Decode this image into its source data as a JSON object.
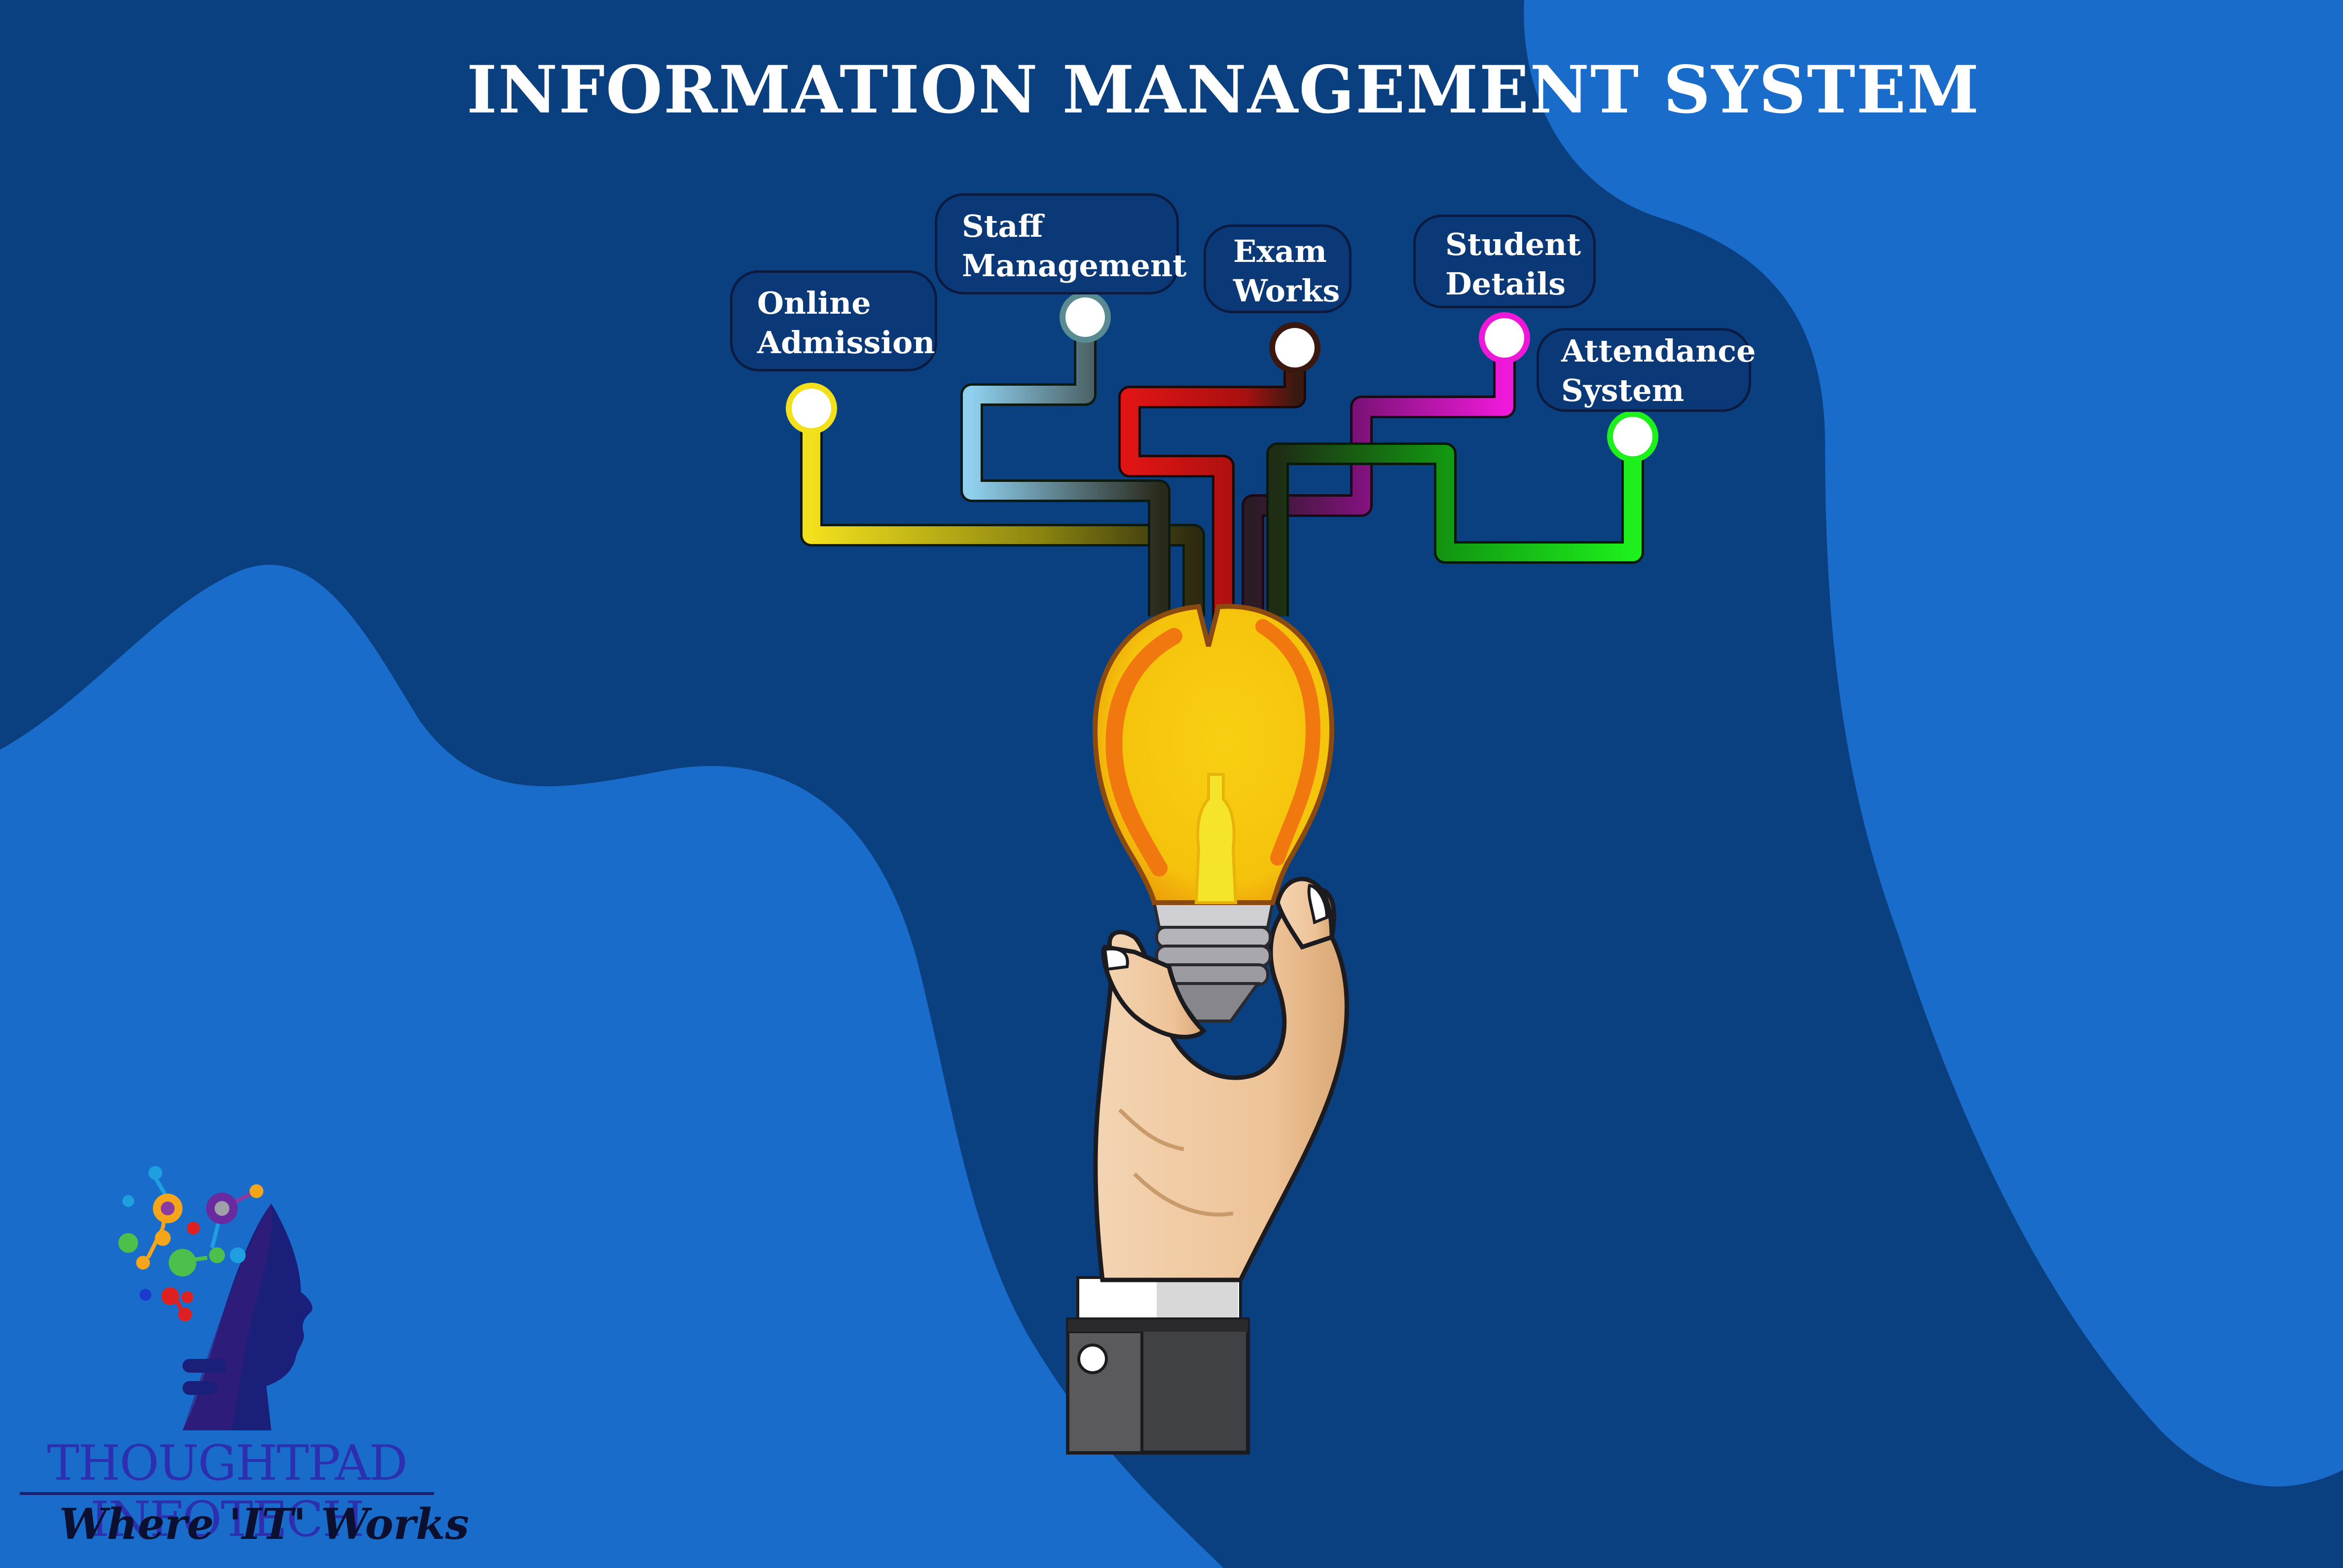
{
  "title": "INFORMATION MANAGEMENT SYSTEM",
  "nodes": [
    {
      "line1": "Online",
      "line2": "Admission",
      "color": "#f2e01d"
    },
    {
      "line1": "Staff",
      "line2": "Management",
      "color": "#8fd0ee"
    },
    {
      "line1": "Exam",
      "line2": "Works",
      "color": "#e01414"
    },
    {
      "line1": "Student",
      "line2": "Details",
      "color": "#ee19d8"
    },
    {
      "line1": "Attendance",
      "line2": "System",
      "color": "#1ef01c"
    }
  ],
  "brand": {
    "name": "THOUGHTPAD INFOTECH",
    "tagline": "Where 'IT' Works"
  },
  "colors": {
    "background_dark": "#0a3f80",
    "background_light": "#1a6cca",
    "bulb_yellow": "#f8cc10",
    "bulb_orange": "#f0780e",
    "skin": "#efc79b",
    "sleeve": "#404144"
  }
}
